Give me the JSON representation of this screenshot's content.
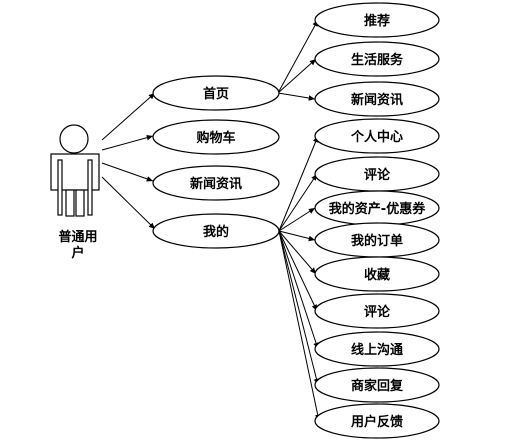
{
  "actor": {
    "label_line1": "普通用",
    "label_line2": "户"
  },
  "nodes": {
    "home": "首页",
    "cart": "购物车",
    "news_main": "新闻资讯",
    "mine": "我的",
    "recommend": "推荐",
    "life_service": "生活服务",
    "news_sub": "新闻资讯",
    "personal_center": "个人中心",
    "comment1": "评论",
    "assets_coupon": "我的资产-优惠券",
    "my_orders": "我的订单",
    "favorites": "收藏",
    "comment2": "评论",
    "online_chat": "线上沟通",
    "merchant_reply": "商家回复",
    "user_feedback": "用户反馈"
  }
}
